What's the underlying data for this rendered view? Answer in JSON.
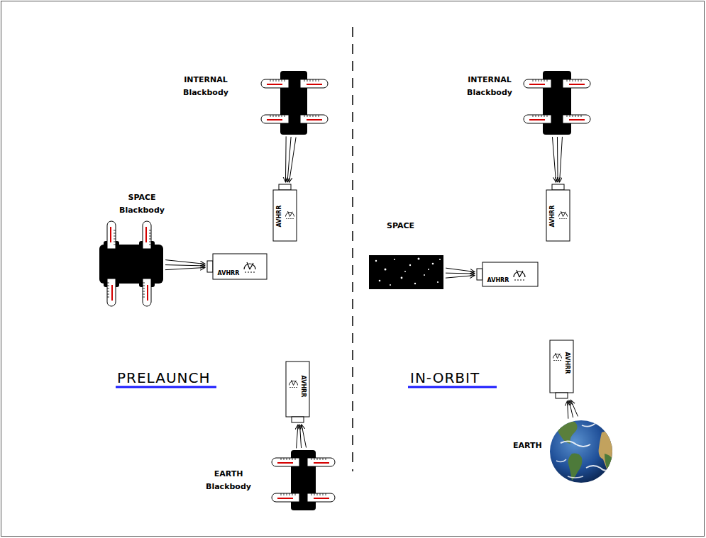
{
  "diagram": {
    "nodes": [
      {
        "text": [
          "INTERNAL Blackbody"
        ]
      },
      {
        "text": [
          "AVHRR"
        ]
      },
      {
        "text": [
          "INTERNAL Blackbody"
        ]
      },
      {
        "text": [
          "AVHRR"
        ]
      },
      {
        "text": [
          "SPACE Blackbody"
        ]
      },
      {
        "text": [
          "AVHRR"
        ]
      },
      {
        "text": [
          "SPACE"
        ]
      },
      {
        "text": [
          "AVHRR"
        ]
      },
      {
        "text": [
          "AVHRR"
        ]
      },
      {
        "text": [
          "AVHRR"
        ]
      },
      {
        "text": [
          "EARTH Blackbody"
        ]
      },
      {
        "text": [
          "EARTH"
        ]
      }
    ],
    "edges": [
      {
        "from": 0,
        "to": 1,
        "arrow": "to"
      },
      {
        "from": 2,
        "to": 3,
        "arrow": "to"
      },
      {
        "from": 4,
        "to": 5,
        "arrow": "to"
      },
      {
        "from": 6,
        "to": 7,
        "arrow": "to"
      },
      {
        "from": 10,
        "to": 8,
        "arrow": "to"
      },
      {
        "from": 11,
        "to": 9,
        "arrow": "to"
      }
    ],
    "labels": [
      "PRELAUNCH",
      "IN-ORBIT"
    ]
  }
}
